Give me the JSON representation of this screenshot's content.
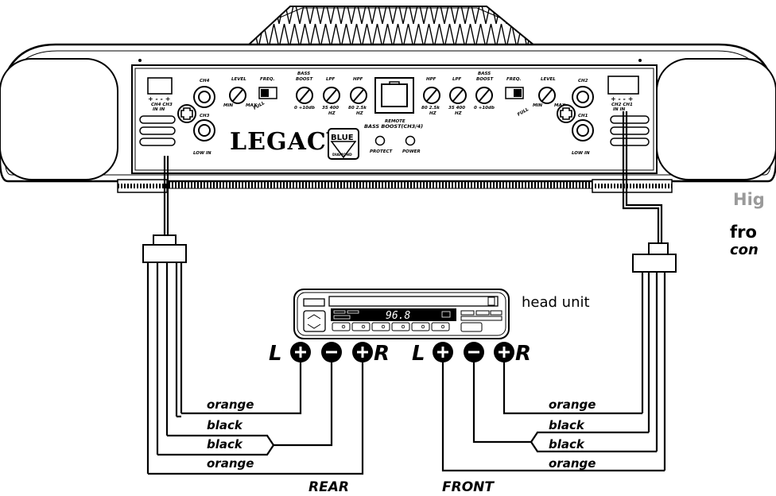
{
  "amplifier": {
    "brand": "LEGACY",
    "logo_top": "BLUE",
    "logo_bottom": "DIAMOND",
    "left": {
      "terminal_label_1": "CH4 CH3",
      "terminal_label_2": "IN IN",
      "ch_top": "CH4",
      "ch_bottom": "CH3",
      "low_in": "LOW IN"
    },
    "right": {
      "terminal_label_1": "CH2 CH1",
      "terminal_label_2": "IN IN",
      "ch_top": "CH2",
      "ch_bottom": "CH1",
      "low_in": "LOW IN"
    },
    "controls": {
      "level": "LEVEL",
      "freq": "FREQ.",
      "bass": "BASS",
      "boost": "BOOST",
      "lpf": "LPF",
      "hpf": "HPF",
      "min": "MIN",
      "max": "MAX",
      "full": "FULL",
      "bass_range": "0  +10db",
      "lpf_range": "35 400",
      "hpf_range": "80 2.5k",
      "hz": "HZ"
    },
    "remote": "REMOTE",
    "bass_boost_ch": "BASS BOOST(CH3/4)",
    "protect": "PROTECT",
    "power": "POWER"
  },
  "head_unit": {
    "label": "head unit",
    "frequency": "96.8"
  },
  "terminals": {
    "L": "L",
    "R": "R",
    "rear": "REAR",
    "front": "FRONT"
  },
  "wires": {
    "orange": "orange",
    "black": "black"
  },
  "side_text": {
    "line1": "Hig",
    "line2": "fro",
    "line3": "con"
  }
}
